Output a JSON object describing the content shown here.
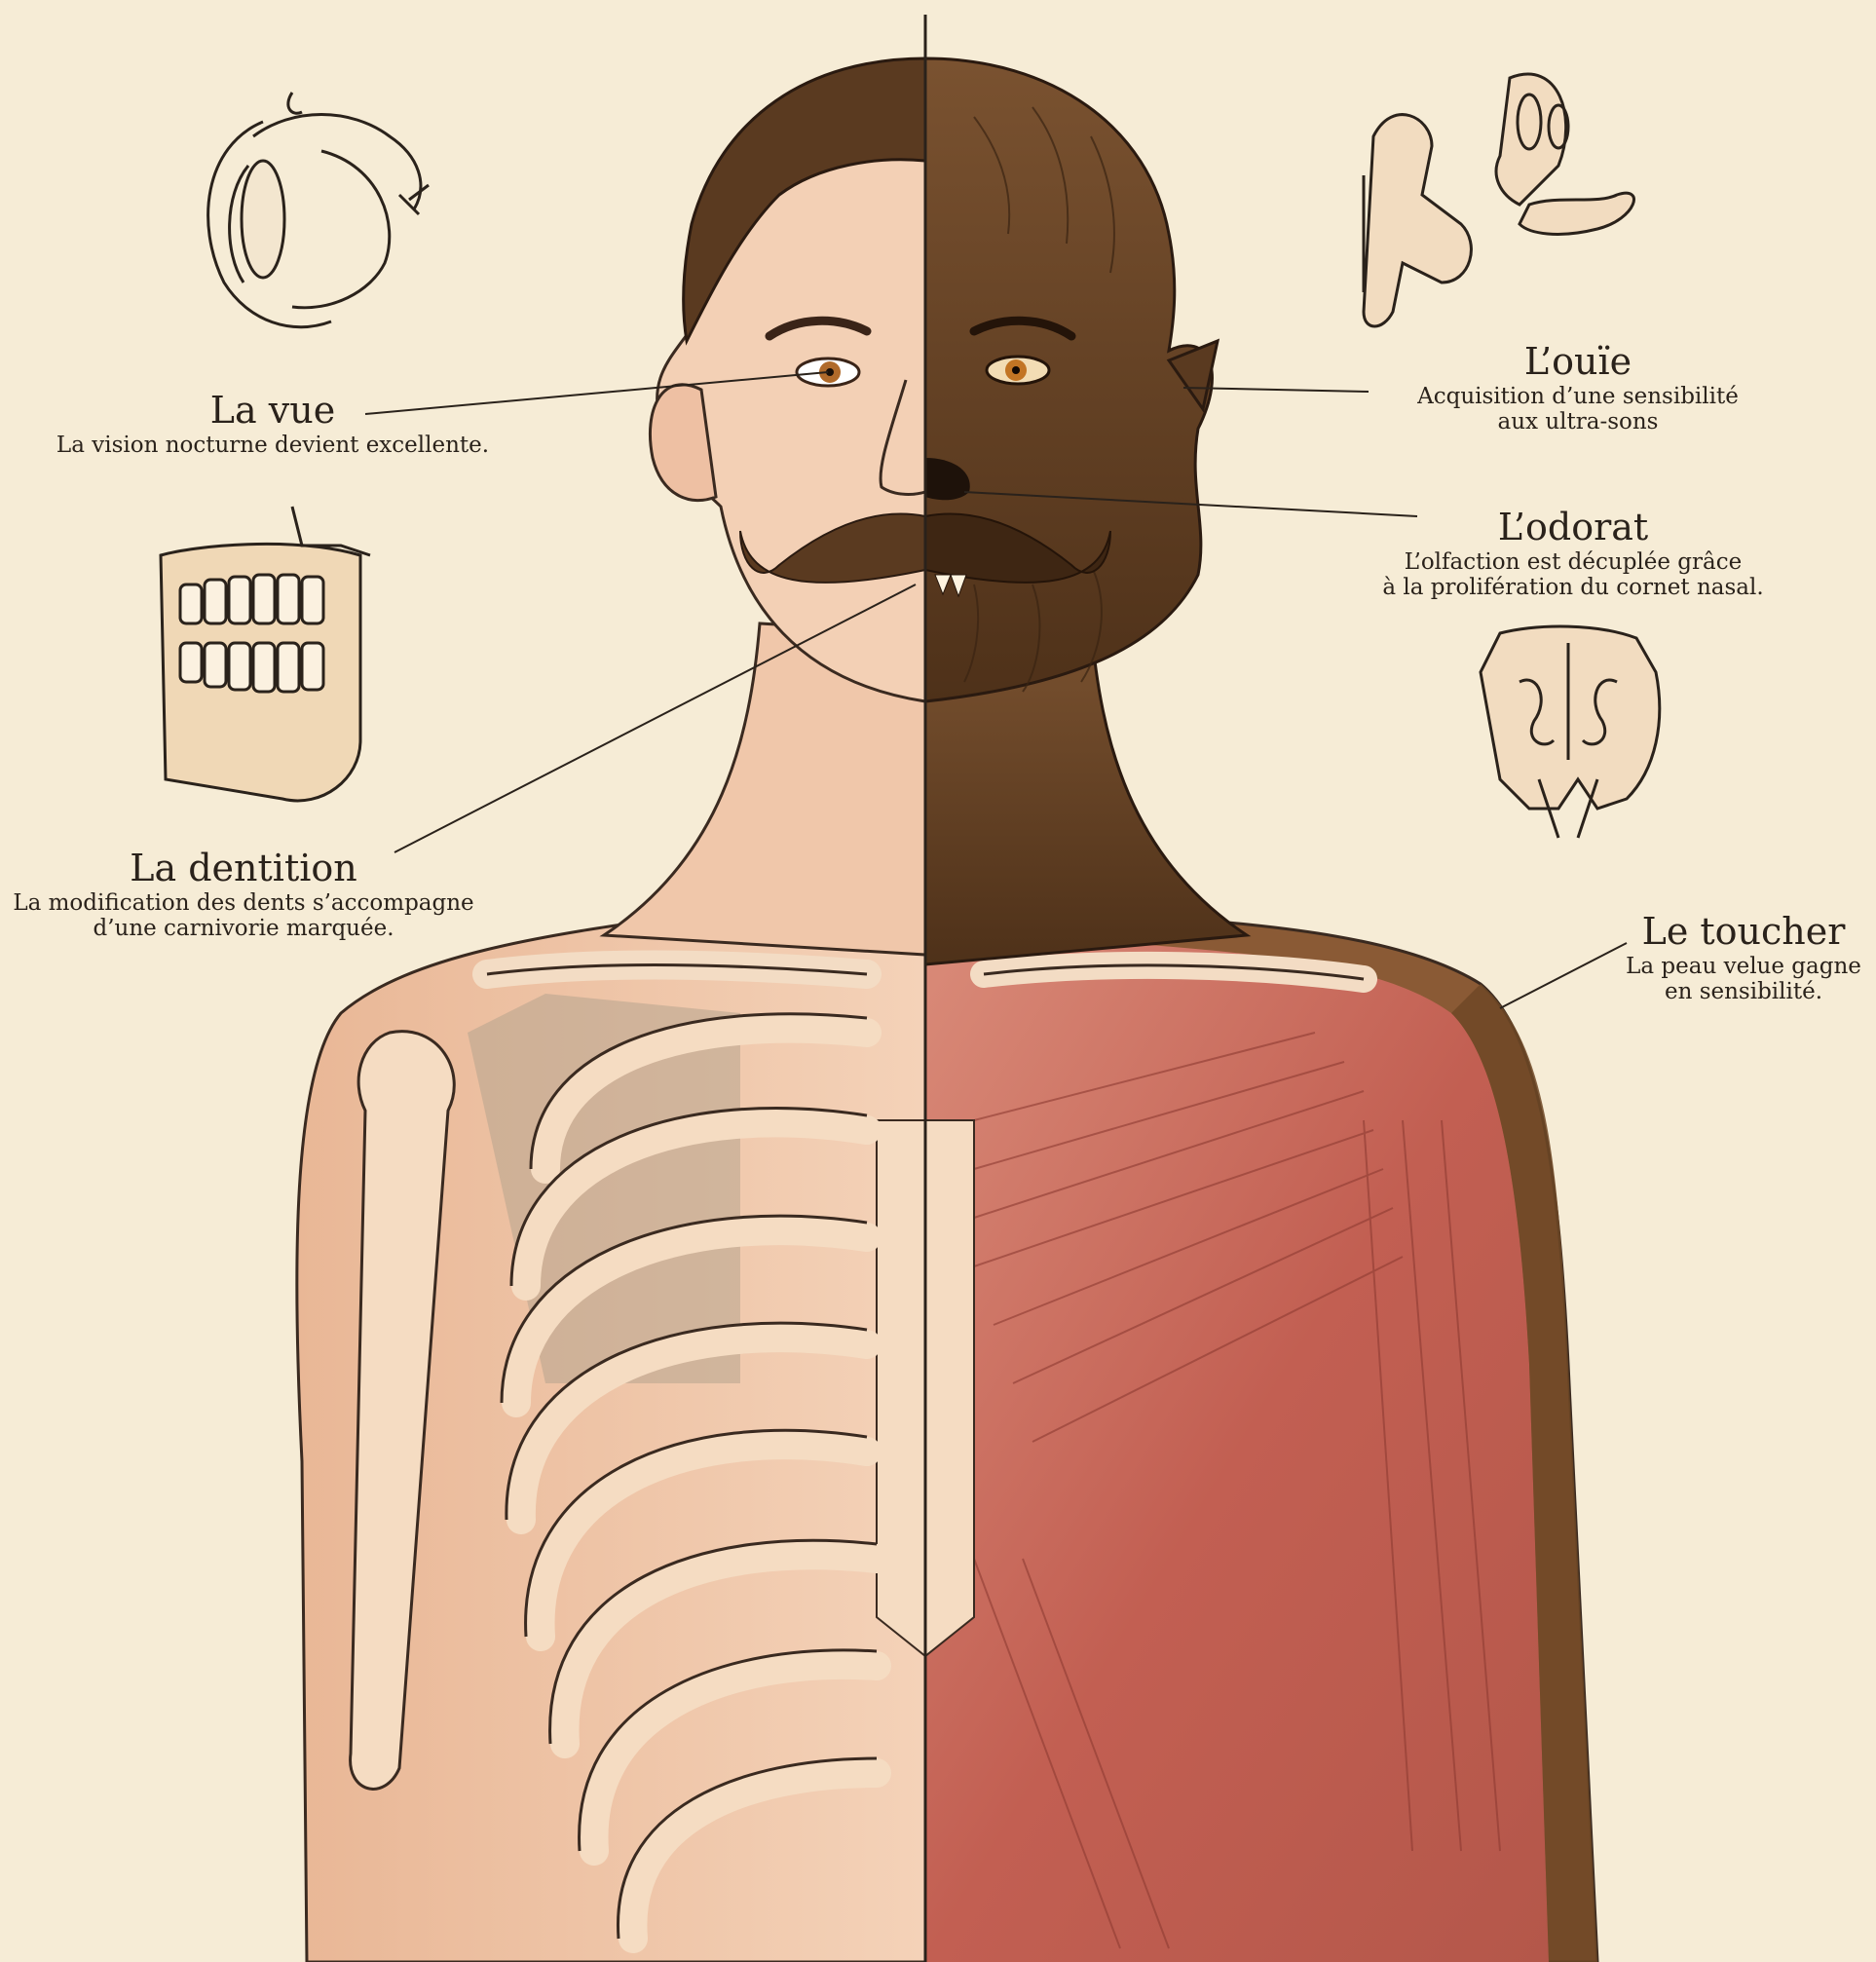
{
  "labels": {
    "vue": {
      "title": "La vue",
      "desc": [
        "La vision nocturne devient excellente."
      ]
    },
    "ouie": {
      "title": "L’ouïe",
      "desc": [
        "Acquisition d’une sensibilité",
        "aux ultra-sons"
      ]
    },
    "odorat": {
      "title": "L’odorat",
      "desc": [
        "L’olfaction est décuplée grâce",
        "à la prolifération du cornet nasal."
      ]
    },
    "dentition": {
      "title": "La dentition",
      "desc": [
        "La modification des dents s’accompagne",
        "d’une carnivorie marquée."
      ]
    },
    "toucher": {
      "title": "Le toucher",
      "desc": [
        "La peau velue gagne",
        "en sensibilité."
      ]
    }
  },
  "colors": {
    "background": "#f6ecd6",
    "skin": "#f2cbb0",
    "bone": "#f6dcc0",
    "fur": "#6b4423",
    "muscle": "#c9705f",
    "ink": "#2a221b"
  },
  "icons": [
    "eye-anatomy-icon",
    "ear-anatomy-icon",
    "teeth-jaw-icon",
    "nasal-cavity-icon"
  ]
}
